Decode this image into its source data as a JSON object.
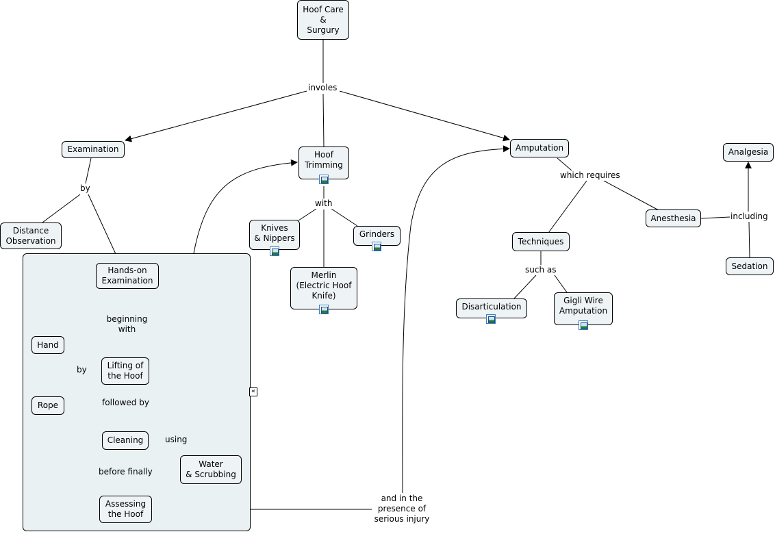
{
  "concepts": {
    "root": "Hoof Care\n&\nSurgury",
    "examination": "Examination",
    "hoof_trimming": "Hoof\nTrimming",
    "amputation": "Amputation",
    "analgesia": "Analgesia",
    "distance_observation": "Distance\nObservation",
    "hands_on_examination": "Hands-on\nExamination",
    "knives_nippers": "Knives\n& Nippers",
    "grinders": "Grinders",
    "merlin": "Merlin\n(Electric Hoof\nKnife)",
    "techniques": "Techniques",
    "anesthesia": "Anesthesia",
    "sedation": "Sedation",
    "disarticulation": "Disarticulation",
    "gigli_wire": "Gigli Wire\nAmputation",
    "hand": "Hand",
    "lifting": "Lifting of\nthe Hoof",
    "rope": "Rope",
    "cleaning": "Cleaning",
    "water_scrubbing": "Water\n& Scrubbing",
    "assessing": "Assessing\nthe Hoof"
  },
  "links": {
    "involes": "involes",
    "by_exam": "by",
    "with": "with",
    "which_requires": "which requires",
    "including": "including",
    "such_as": "such as",
    "beginning_with": "beginning\nwith",
    "by_lift": "by",
    "followed_by": "followed by",
    "using": "using",
    "before_finally": "before finally",
    "injury": "and in the\npresence of\nserious injury"
  },
  "icons": {
    "image_attachment": "image-attachment-icon",
    "collapse": "collapse-icon"
  },
  "colors": {
    "node_fill": "#eef3f5",
    "group_fill": "#eaf1f3",
    "line": "#000000",
    "image_icon_border": "#3a7fc0"
  }
}
